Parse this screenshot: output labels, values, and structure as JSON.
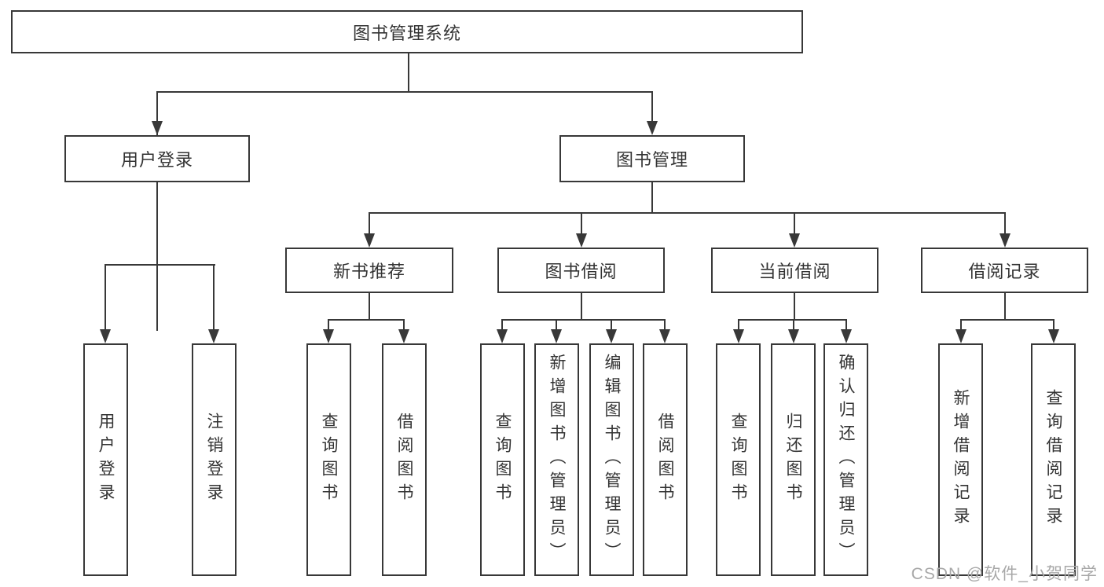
{
  "tree": {
    "root": {
      "label": "图书管理系统"
    },
    "branches": [
      {
        "label": "用户登录",
        "children": [
          {
            "label": "用户登录"
          },
          {
            "label": "注销登录"
          }
        ]
      },
      {
        "label": "图书管理",
        "groups": [
          {
            "label": "新书推荐",
            "children": [
              {
                "label": "查询图书"
              },
              {
                "label": "借阅图书"
              }
            ]
          },
          {
            "label": "图书借阅",
            "children": [
              {
                "label": "查询图书"
              },
              {
                "label": "新增图书（管理员）"
              },
              {
                "label": "编辑图书（管理员）"
              },
              {
                "label": "借阅图书"
              }
            ]
          },
          {
            "label": "当前借阅",
            "children": [
              {
                "label": "查询图书"
              },
              {
                "label": "归还图书"
              },
              {
                "label": "确认归还（管理员）"
              }
            ]
          },
          {
            "label": "借阅记录",
            "children": [
              {
                "label": "新增借阅记录"
              },
              {
                "label": "查询借阅记录"
              }
            ]
          }
        ]
      }
    ]
  },
  "watermark": {
    "text": "CSDN @软件_小贺同学"
  },
  "colors": {
    "line": "#383838",
    "box_border": "#383838",
    "text": "#333333",
    "background": "#ffffff",
    "watermark": "#a8a8a8"
  }
}
